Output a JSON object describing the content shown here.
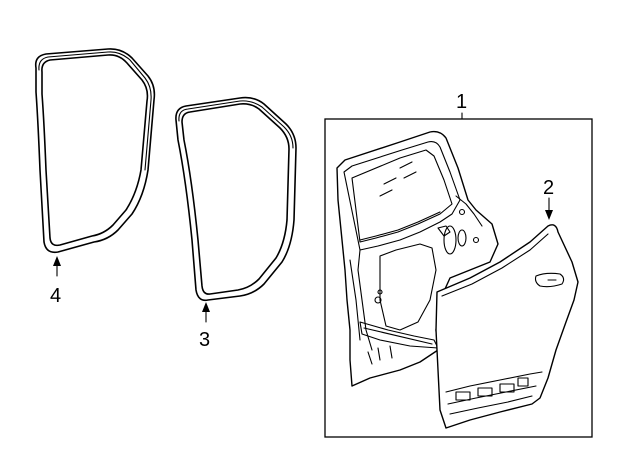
{
  "callouts": {
    "door_shell_assembly": "1",
    "outer_panel": "2",
    "weatherstrip_body_side": "3",
    "weatherstrip_door_side": "4"
  },
  "colors": {
    "line": "#000000",
    "background": "#ffffff"
  }
}
